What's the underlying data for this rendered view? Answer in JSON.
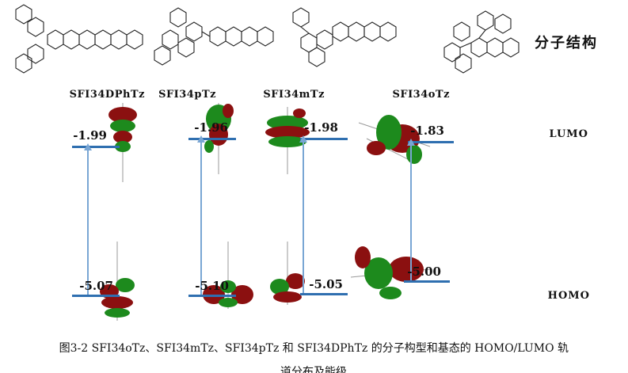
{
  "panel": {
    "structure_label": "分子结构",
    "molecules": [
      {
        "name": "SFI34oTz",
        "lumo": "-1.83",
        "homo": "-5.00"
      },
      {
        "name": "SFI34mTz",
        "lumo": "-1.98",
        "homo": "-5.05"
      },
      {
        "name": "SFI34pTz",
        "lumo": "-1.96",
        "homo": "-5.10"
      },
      {
        "name": "SFI34DPhTz",
        "lumo": "-1.99",
        "homo": "-5.07"
      }
    ],
    "lumo_label": "LUMO",
    "homo_label": "HOMO",
    "colors": {
      "level_line": "#2f6fb0",
      "arrow": "#79a6d4",
      "lobe_red": "#8b1010",
      "lobe_green": "#1d8a1d"
    }
  },
  "caption": {
    "line1": "图3-2 SFI34oTz、SFI34mTz、SFI34pTz 和 SFI34DPhTz 的分子构型和基态的 HOMO/LUMO 轨",
    "line2": "道分布及能级"
  }
}
